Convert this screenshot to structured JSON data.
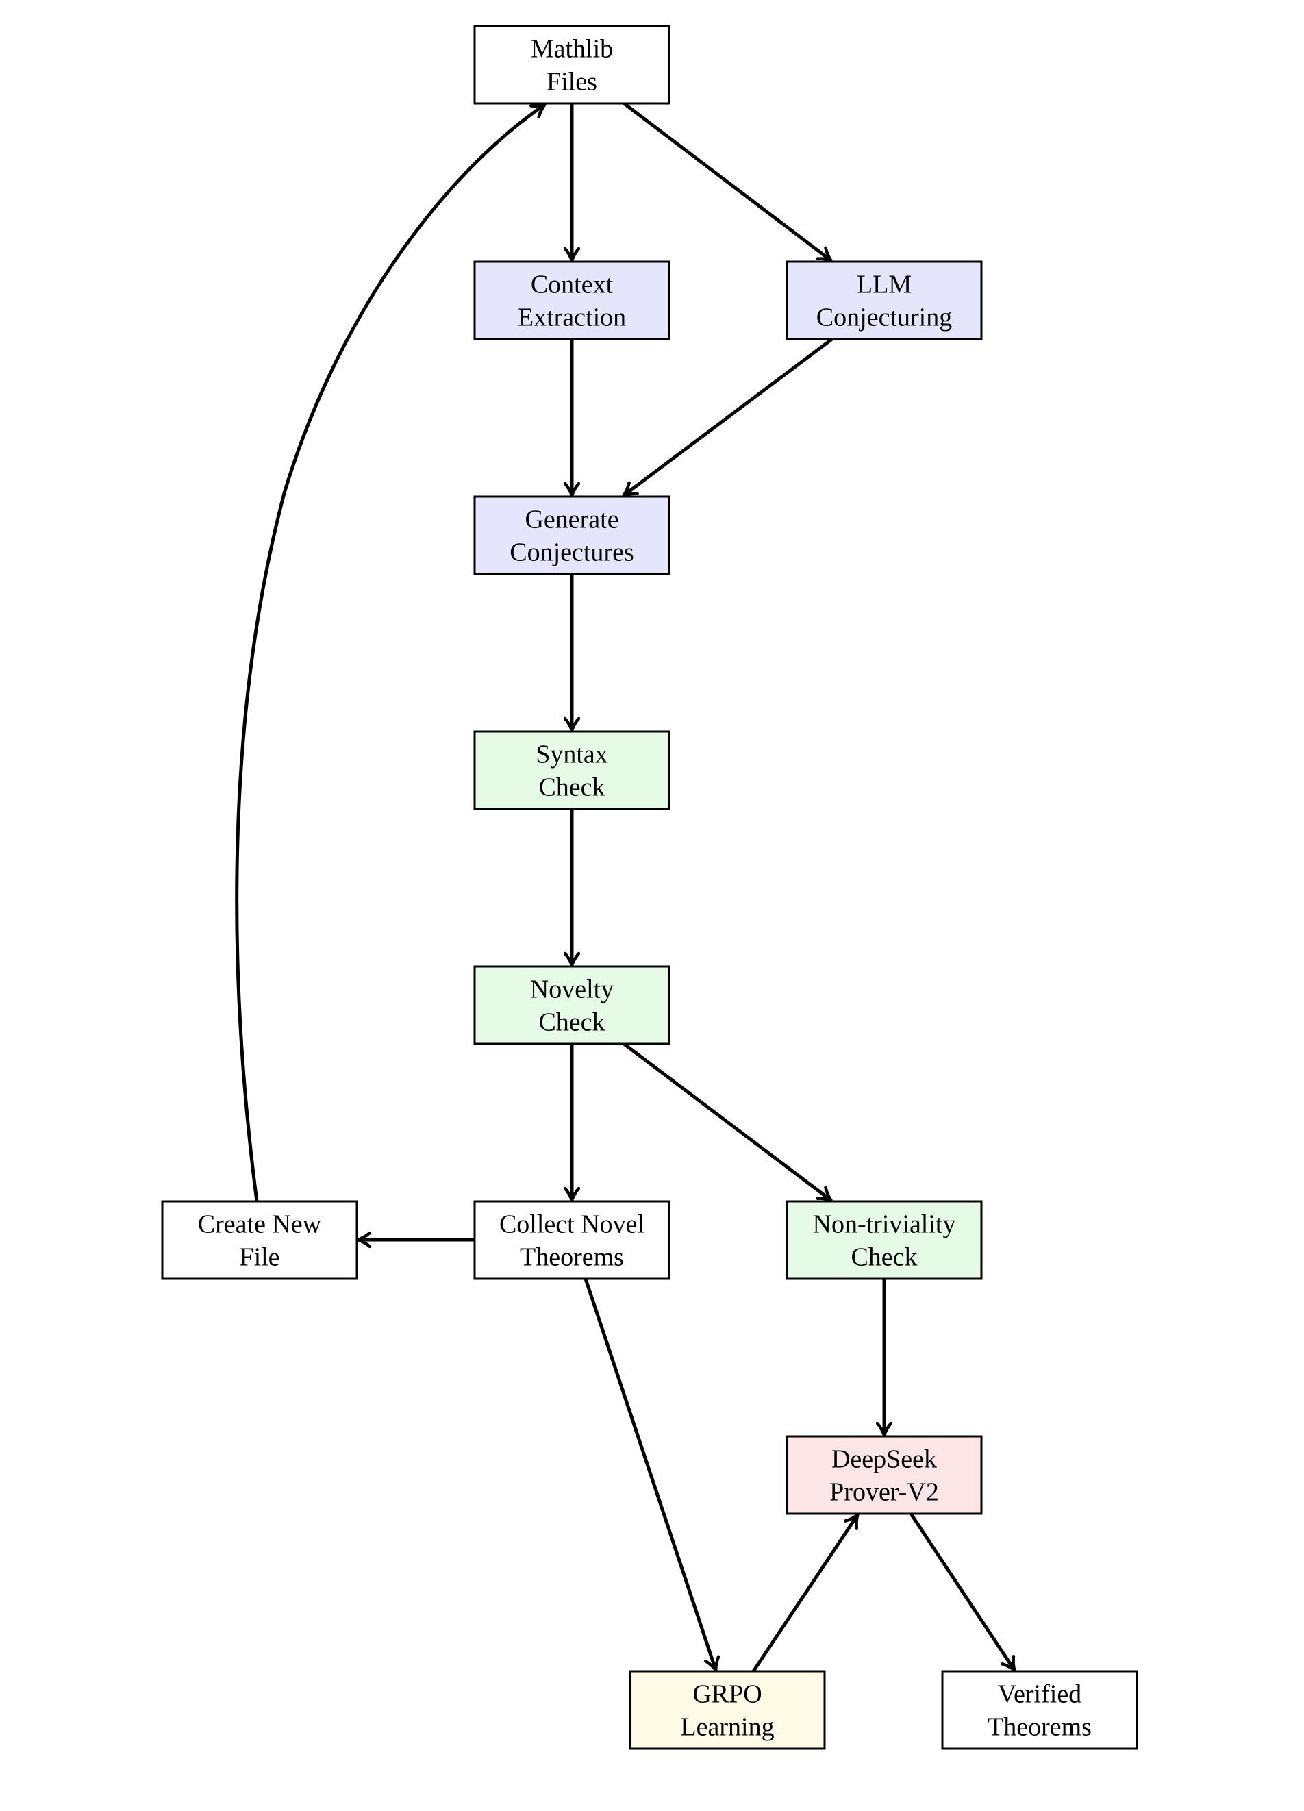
{
  "colors": {
    "stroke": "#000000",
    "white": "#ffffff",
    "blue": "#e5e5fb",
    "green": "#e5fbe5",
    "red": "#fbe5e5",
    "yellow": "#fdfbe6"
  },
  "nodes": {
    "mathlib": {
      "lines": [
        "Mathlib",
        "Files"
      ],
      "fill": "white"
    },
    "context": {
      "lines": [
        "Context",
        "Extraction"
      ],
      "fill": "blue"
    },
    "llm": {
      "lines": [
        "LLM",
        "Conjecturing"
      ],
      "fill": "blue"
    },
    "generate": {
      "lines": [
        "Generate",
        "Conjectures"
      ],
      "fill": "blue"
    },
    "syntax": {
      "lines": [
        "Syntax",
        "Check"
      ],
      "fill": "green"
    },
    "novelty": {
      "lines": [
        "Novelty",
        "Check"
      ],
      "fill": "green"
    },
    "createfile": {
      "lines": [
        "Create New",
        "File"
      ],
      "fill": "white"
    },
    "collect": {
      "lines": [
        "Collect Novel",
        "Theorems"
      ],
      "fill": "white"
    },
    "nontrivial": {
      "lines": [
        "Non-triviality",
        "Check"
      ],
      "fill": "green"
    },
    "prover": {
      "lines": [
        "DeepSeek",
        "Prover-V2"
      ],
      "fill": "red"
    },
    "grpo": {
      "lines": [
        "GRPO",
        "Learning"
      ],
      "fill": "yellow"
    },
    "verified": {
      "lines": [
        "Verified",
        "Theorems"
      ],
      "fill": "white"
    }
  },
  "edges": [
    {
      "from": "mathlib",
      "to": "context"
    },
    {
      "from": "mathlib",
      "to": "llm"
    },
    {
      "from": "context",
      "to": "generate"
    },
    {
      "from": "llm",
      "to": "generate"
    },
    {
      "from": "generate",
      "to": "syntax"
    },
    {
      "from": "syntax",
      "to": "novelty"
    },
    {
      "from": "novelty",
      "to": "collect"
    },
    {
      "from": "novelty",
      "to": "nontrivial"
    },
    {
      "from": "collect",
      "to": "createfile"
    },
    {
      "from": "createfile",
      "to": "mathlib"
    },
    {
      "from": "nontrivial",
      "to": "prover"
    },
    {
      "from": "collect",
      "to": "grpo"
    },
    {
      "from": "grpo",
      "to": "prover"
    },
    {
      "from": "prover",
      "to": "verified"
    }
  ]
}
